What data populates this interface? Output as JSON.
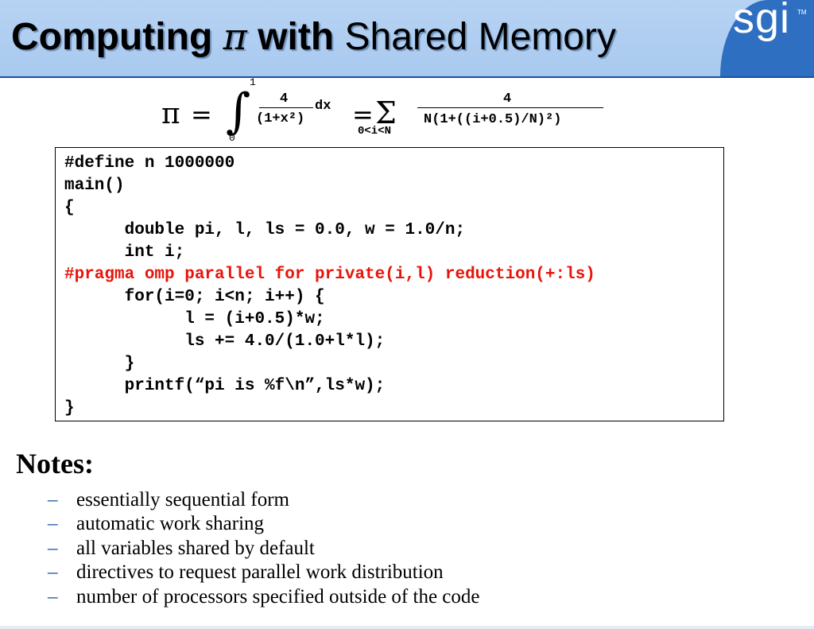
{
  "header": {
    "title_word1": "Computing",
    "title_pi": "π",
    "title_word2": "with",
    "title_rest": "Shared Memory",
    "logo": "sgi",
    "logo_tm": "TM"
  },
  "formula": {
    "pi_symbol": "π",
    "equals": "=",
    "integral_sign": "∫",
    "upper_limit": "1",
    "lower_limit": "0",
    "integrand_numerator": "4",
    "integrand_denominator": "(1+x²)",
    "dx": "dx",
    "equals2": "=",
    "sigma": "Σ",
    "sum_range": "0<i<N",
    "sum_numerator": "4",
    "sum_denominator": "N(1+((i+0.5)/N)²)"
  },
  "code": {
    "lines": [
      "#define n 1000000",
      "main()",
      "{",
      "      double pi, l, ls = 0.0, w = 1.0/n;",
      "      int i;",
      "#pragma omp parallel for private(i,l) reduction(+:ls)",
      "      for(i=0; i<n; i++) {",
      "            l = (i+0.5)*w;",
      "            ls += 4.0/(1.0+l*l);",
      "      }",
      "      printf(“pi is %f\\n”,ls*w);",
      "}"
    ],
    "highlight_color": "#e8140a"
  },
  "notes": {
    "title": "Notes:",
    "bullet": "–",
    "items": [
      "essentially sequential form",
      "automatic work sharing",
      "all variables shared by default",
      "directives to request parallel work distribution",
      "number of processors specified outside of the code"
    ]
  },
  "colors": {
    "header_bg": "#b7d3f3",
    "logo_bg": "#2f6fc2"
  }
}
